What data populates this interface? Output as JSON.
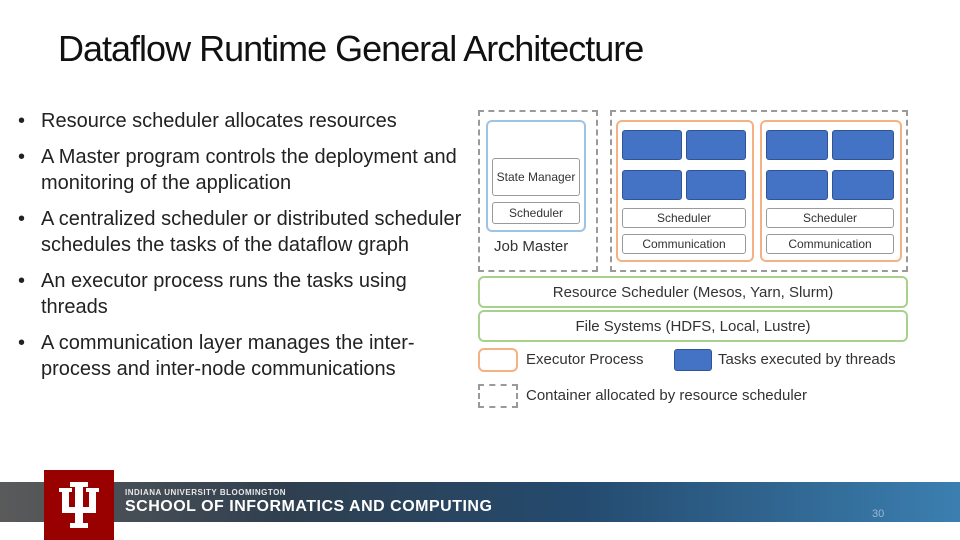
{
  "title": "Dataflow Runtime General Architecture",
  "bullets": [
    "Resource scheduler allocates resources",
    "A Master program controls the deployment and monitoring of the application",
    "A centralized scheduler or distributed scheduler schedules the tasks of the dataflow graph",
    "An executor process runs the tasks using threads",
    "A communication layer manages the inter-process and inter-node communications"
  ],
  "diagram": {
    "job_master": {
      "state_manager": "State Manager",
      "scheduler": "Scheduler",
      "label": "Job Master"
    },
    "executors": [
      {
        "scheduler": "Scheduler",
        "communication": "Communication"
      },
      {
        "scheduler": "Scheduler",
        "communication": "Communication"
      }
    ],
    "resource_scheduler": "Resource Scheduler (Mesos, Yarn, Slurm)",
    "file_systems": "File Systems (HDFS, Local, Lustre)",
    "legend": {
      "executor_process": "Executor Process",
      "tasks": "Tasks executed by threads",
      "container": "Container allocated by resource scheduler"
    }
  },
  "footer": {
    "university": "INDIANA UNIVERSITY BLOOMINGTON",
    "school": "SCHOOL OF INFORMATICS AND COMPUTING",
    "page_number": "30"
  },
  "colors": {
    "task_blue": "#4472c4",
    "executor_orange": "#f4b183",
    "layer_green": "#a9d18e",
    "job_master_blue": "#9dc3e6",
    "iu_crimson": "#990000"
  }
}
